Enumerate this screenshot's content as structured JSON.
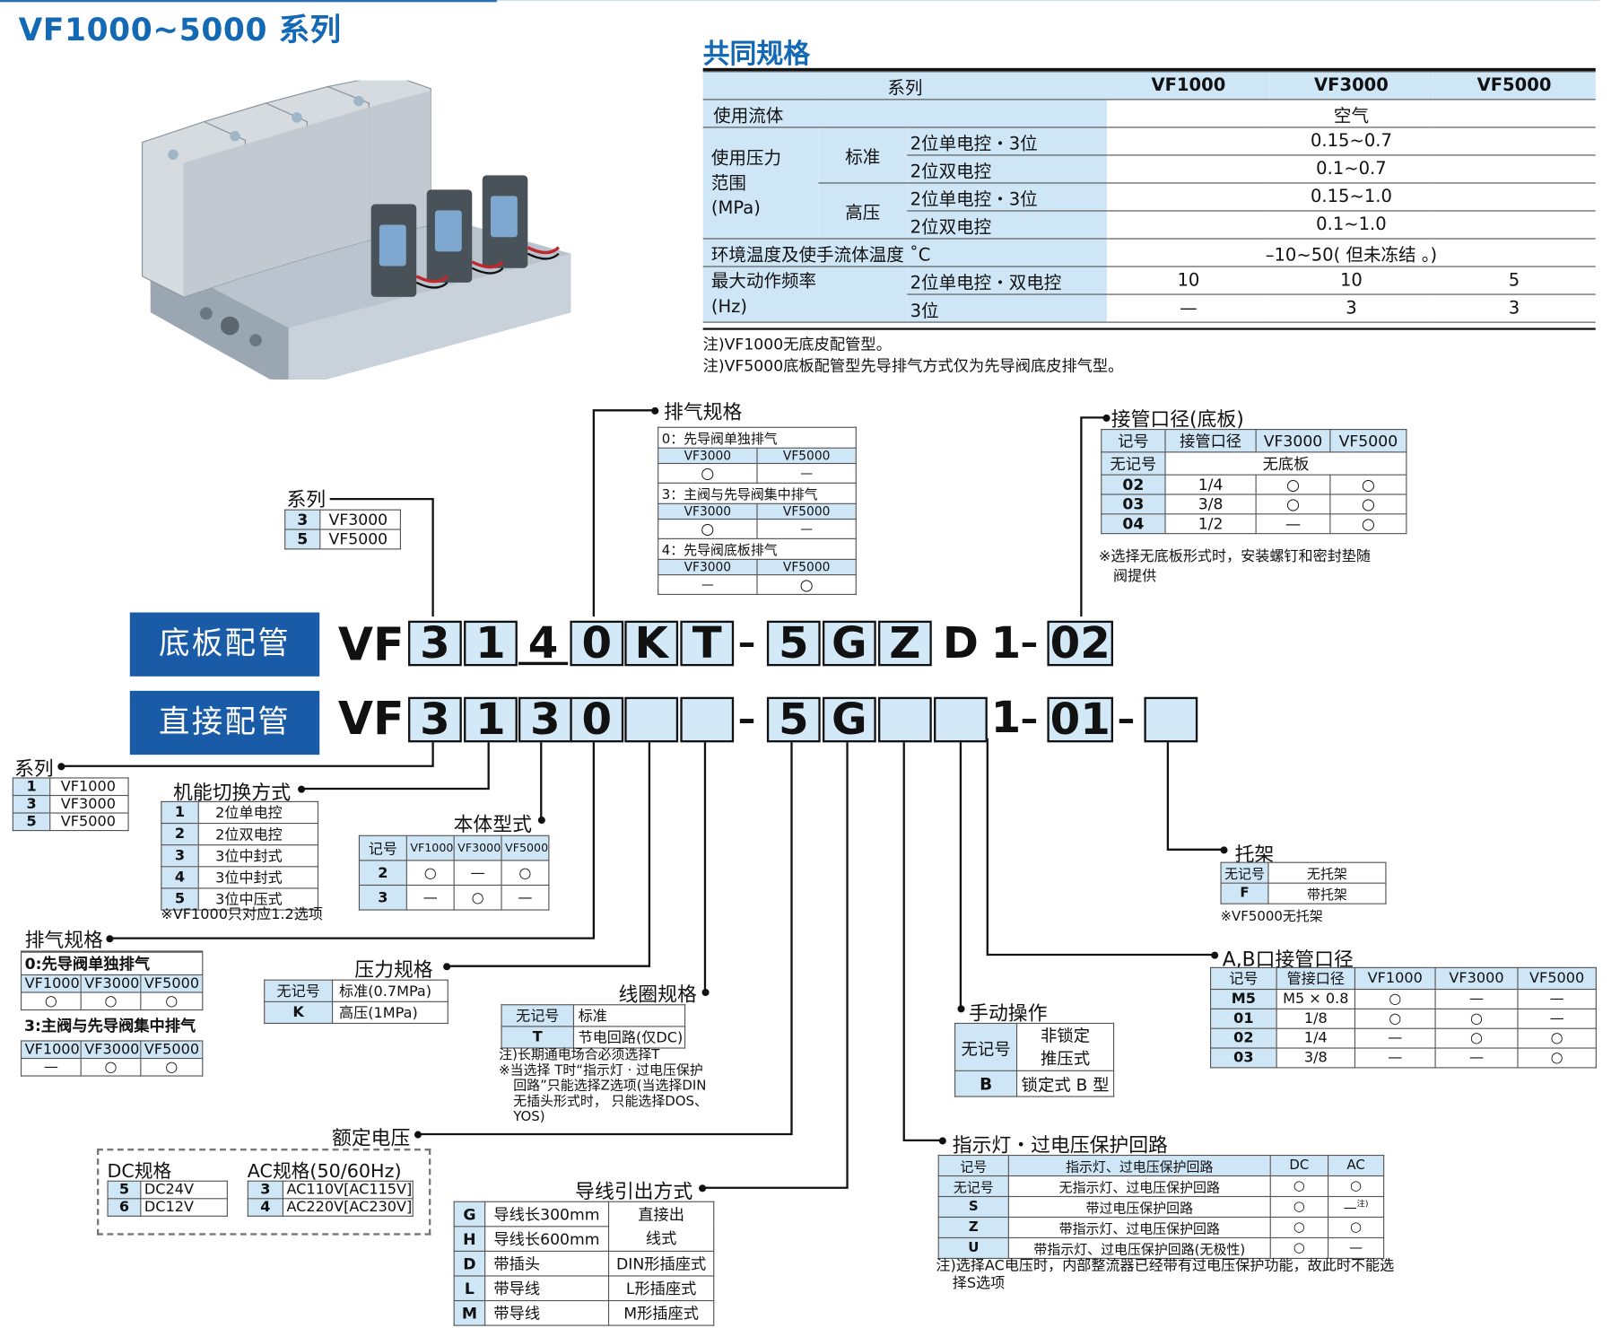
{
  "header": {
    "title": "VF1000~5000 系列"
  },
  "common_spec": {
    "title": "共同规格",
    "col_series": "系列",
    "col_vf1000": "VF1000",
    "col_vf3000": "VF3000",
    "col_vf5000": "VF5000",
    "fluid_label": "使用流体",
    "fluid_value": "空气",
    "pressure_label_1": "使用压力",
    "pressure_label_2": "范围",
    "pressure_label_3": "(MPa)",
    "std_label": "标准",
    "high_label": "高压",
    "single_3pos": "2位单电控・3位",
    "double": "2位双电控",
    "std_single_val": "0.15~0.7",
    "std_double_val": "0.1~0.7",
    "high_single_val": "0.15~1.0",
    "high_double_val": "0.1~1.0",
    "temp_label": "环境温度及使手流体温度 ˚C",
    "temp_value": "–10~50( 但未冻结 。)",
    "freq_label_1": "最大动作频率",
    "freq_label_2": "(Hz)",
    "freq_row1": "2位单电控・双电控",
    "freq_row2": "3位",
    "freq_r1_vf1000": "10",
    "freq_r1_vf3000": "10",
    "freq_r1_vf5000": "5",
    "freq_r2_vf1000": "—",
    "freq_r2_vf3000": "3",
    "freq_r2_vf5000": "3",
    "note1": "注)VF1000无底皮配管型。",
    "note2": "注)VF5000底板配管型先导排气方式仅为先导阀底皮排气型。"
  },
  "code_top": {
    "label": "底板配管",
    "prefix": "VF",
    "c1": "3",
    "c2": "1",
    "c3": "4",
    "c4": "0",
    "c5": "K",
    "c6": "T",
    "dash1": "–",
    "c7": "5",
    "c8": "G",
    "c9": "Z",
    "c10": "D",
    "c11": "1",
    "dash2": "–",
    "c12": "02"
  },
  "code_bottom": {
    "label": "直接配管",
    "prefix": "VF",
    "c1": "3",
    "c2": "1",
    "c3": "3",
    "c4": "0",
    "dash1": "–",
    "c7": "5",
    "c8": "G",
    "c11": "1",
    "dash2": "–",
    "c12": "01",
    "dash3": "–"
  },
  "top_series": {
    "title": "系列",
    "rows": [
      {
        "k": "3",
        "v": "VF3000"
      },
      {
        "k": "5",
        "v": "VF5000"
      }
    ]
  },
  "top_exhaust": {
    "title": "排气规格",
    "g1": "0：先导阀单独排气",
    "g2": "3：主阀与先导阀集中排气",
    "g3": "4：先导阀底板排气",
    "h_vf3000": "VF3000",
    "h_vf5000": "VF5000",
    "g1_a": "○",
    "g1_b": "—",
    "g2_a": "○",
    "g2_b": "—",
    "g3_a": "—",
    "g3_b": "○"
  },
  "top_port": {
    "title": "接管口径(底板)",
    "h_sym": "记号",
    "h_size": "接管口径",
    "h_vf3000": "VF3000",
    "h_vf5000": "VF5000",
    "none_sym": "无记号",
    "none_val": "无底板",
    "rows": [
      {
        "k": "02",
        "size": "1/4",
        "a": "○",
        "b": "○"
      },
      {
        "k": "03",
        "size": "3/8",
        "a": "○",
        "b": "○"
      },
      {
        "k": "04",
        "size": "1/2",
        "a": "—",
        "b": "○"
      }
    ],
    "note1": "※选择无底板形式时，安装螺钉和密封垫随",
    "note2": "阀提供"
  },
  "series": {
    "title": "系列",
    "rows": [
      {
        "k": "1",
        "v": "VF1000"
      },
      {
        "k": "3",
        "v": "VF3000"
      },
      {
        "k": "5",
        "v": "VF5000"
      }
    ]
  },
  "function": {
    "title": "机能切换方式",
    "rows": [
      {
        "k": "1",
        "v": "2位单电控"
      },
      {
        "k": "2",
        "v": "2位双电控"
      },
      {
        "k": "3",
        "v": "3位中封式"
      },
      {
        "k": "4",
        "v": "3位中封式"
      },
      {
        "k": "5",
        "v": "3位中压式"
      }
    ],
    "note": "※VF1000只对应1.2选项"
  },
  "body_type": {
    "title": "本体型式",
    "h_sym": "记号",
    "h_a": "VF1000",
    "h_b": "VF3000",
    "h_c": "VF5000",
    "rows": [
      {
        "k": "2",
        "a": "○",
        "b": "—",
        "c": "○"
      },
      {
        "k": "3",
        "a": "—",
        "b": "○",
        "c": "—"
      }
    ]
  },
  "exhaust": {
    "title": "排气规格",
    "g1": "0:先导阀单独排气",
    "g2": "3:主阀与先导阀集中排气",
    "h_a": "VF1000",
    "h_b": "VF3000",
    "h_c": "VF5000",
    "g1_a": "○",
    "g1_b": "○",
    "g1_c": "○",
    "g2_a": "—",
    "g2_b": "○",
    "g2_c": "○"
  },
  "pressure": {
    "title": "压力规格",
    "rows": [
      {
        "k": "无记号",
        "v": "标准(0.7MPa)"
      },
      {
        "k": "K",
        "v": "高压(1MPa)"
      }
    ]
  },
  "coil": {
    "title": "线圈规格",
    "rows": [
      {
        "k": "无记号",
        "v": "标准"
      },
      {
        "k": "T",
        "v": "节电回路(仅DC)"
      }
    ],
    "note1": "注)长期通电场合必须选择T",
    "note2": "※当选择 T时“指示灯 · 过电压保护",
    "note3": "回路”只能选择Z选项(当选择DIN",
    "note4": "无插头形式时， 只能选择DOS、",
    "note5": "YOS)"
  },
  "voltage": {
    "title": "额定电压",
    "dc_title": "DC规格",
    "ac_title": "AC规格(50/60Hz)",
    "dc_rows": [
      {
        "k": "5",
        "v": "DC24V"
      },
      {
        "k": "6",
        "v": "DC12V"
      }
    ],
    "ac_rows": [
      {
        "k": "3",
        "v": "AC110V[AC115V]"
      },
      {
        "k": "4",
        "v": "AC220V[AC230V]"
      }
    ]
  },
  "wiring": {
    "title": "导线引出方式",
    "rows": [
      {
        "k": "G",
        "v": "导线长300mm"
      },
      {
        "k": "H",
        "v": "导线长600mm"
      },
      {
        "k": "D",
        "v": "带插头",
        "w": "DIN形插座式"
      },
      {
        "k": "L",
        "v": "带导线",
        "w": "L形插座式"
      },
      {
        "k": "M",
        "v": "带导线",
        "w": "M形插座式"
      }
    ],
    "direct_1": "直接出",
    "direct_2": "线式"
  },
  "manual": {
    "title": "手动操作",
    "rows": [
      {
        "k": "无记号",
        "v1": "非锁定",
        "v2": "推压式"
      },
      {
        "k": "B",
        "v1": "锁定式 B 型"
      }
    ]
  },
  "indicator": {
    "title": "指示灯・过电压保护回路",
    "h_sym": "记号",
    "h_name": "指示灯、过电压保护回路",
    "h_dc": "DC",
    "h_ac": "AC",
    "rows": [
      {
        "k": "无记号",
        "v": "无指示灯、过电压保护回路",
        "dc": "○",
        "ac": "○"
      },
      {
        "k": "S",
        "v": "带过电压保护回路",
        "dc": "○",
        "ac": "—"
      },
      {
        "k": "Z",
        "v": "带指示灯、过电压保护回路",
        "dc": "○",
        "ac": "○"
      },
      {
        "k": "U",
        "v": "带指示灯、过电压保护回路(无极性)",
        "dc": "○",
        "ac": "—"
      }
    ],
    "ac_note_mark": "注)",
    "note1": "注)选择AC电压时，内部整流器已经带有过电压保护功能，故此时不能选",
    "note2": "择S选项"
  },
  "bracket": {
    "title": "托架",
    "rows": [
      {
        "k": "无记号",
        "v": "无托架"
      },
      {
        "k": "F",
        "v": "带托架"
      }
    ],
    "note": "※VF5000无托架"
  },
  "ab_port": {
    "title": "A,B口接管口径",
    "h_sym": "记号",
    "h_size": "管接口径",
    "h_a": "VF1000",
    "h_b": "VF3000",
    "h_c": "VF5000",
    "rows": [
      {
        "k": "M5",
        "size": "M5 × 0.8",
        "a": "○",
        "b": "—",
        "c": "—"
      },
      {
        "k": "01",
        "size": "1/8",
        "a": "○",
        "b": "○",
        "c": "—"
      },
      {
        "k": "02",
        "size": "1/4",
        "a": "—",
        "b": "○",
        "c": "○"
      },
      {
        "k": "03",
        "size": "3/8",
        "a": "—",
        "b": "—",
        "c": "○"
      }
    ]
  }
}
